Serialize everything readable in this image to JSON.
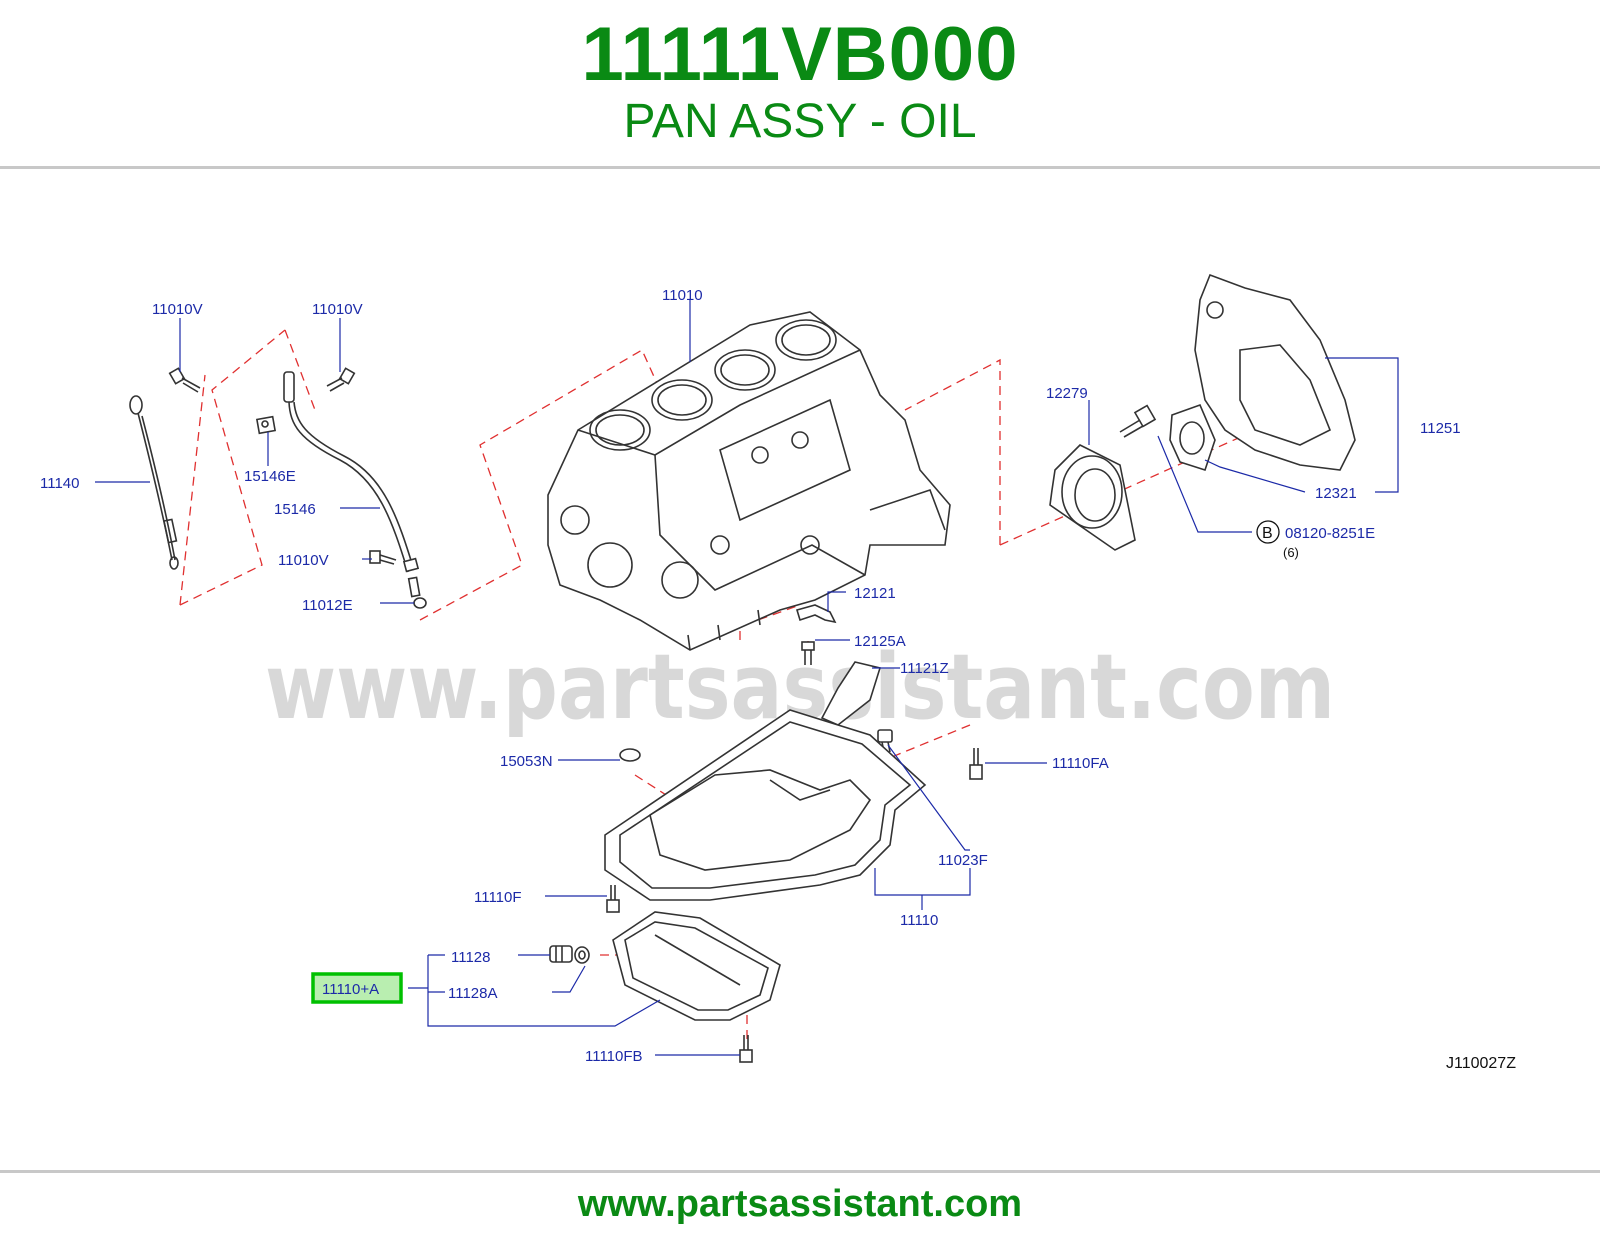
{
  "header": {
    "part_number": "11111VB000",
    "part_name": "PAN ASSY - OIL"
  },
  "watermark": "www.partsassistant.com",
  "footer": {
    "url": "www.partsassistant.com"
  },
  "colors": {
    "title_green": "#0a8a14",
    "label_blue": "#1c2aa8",
    "highlight_green": "#00c000",
    "highlight_fill": "#b9eeb0",
    "dash_red": "#e03030"
  },
  "diagram": {
    "code": "J110027Z",
    "labels": {
      "l_11010V_a": "11010V",
      "l_11010V_b": "11010V",
      "l_11010": "11010",
      "l_11140": "11140",
      "l_15146E": "15146E",
      "l_15146": "15146",
      "l_11010V_c": "11010V",
      "l_11012E": "11012E",
      "l_12279": "12279",
      "l_11251": "11251",
      "l_12321": "12321",
      "l_08120": "08120-8251E",
      "l_qty6": "(6)",
      "l_B": "B",
      "l_12121": "12121",
      "l_12125A": "12125A",
      "l_11121Z": "11121Z",
      "l_15053N": "15053N",
      "l_11110FA": "11110FA",
      "l_11023F": "11023F",
      "l_11110F": "11110F",
      "l_11110": "11110",
      "l_11128": "11128",
      "l_11110A": "11110+A",
      "l_11128A": "11128A",
      "l_11110FB": "11110FB"
    },
    "highlighted": "11110+A"
  }
}
